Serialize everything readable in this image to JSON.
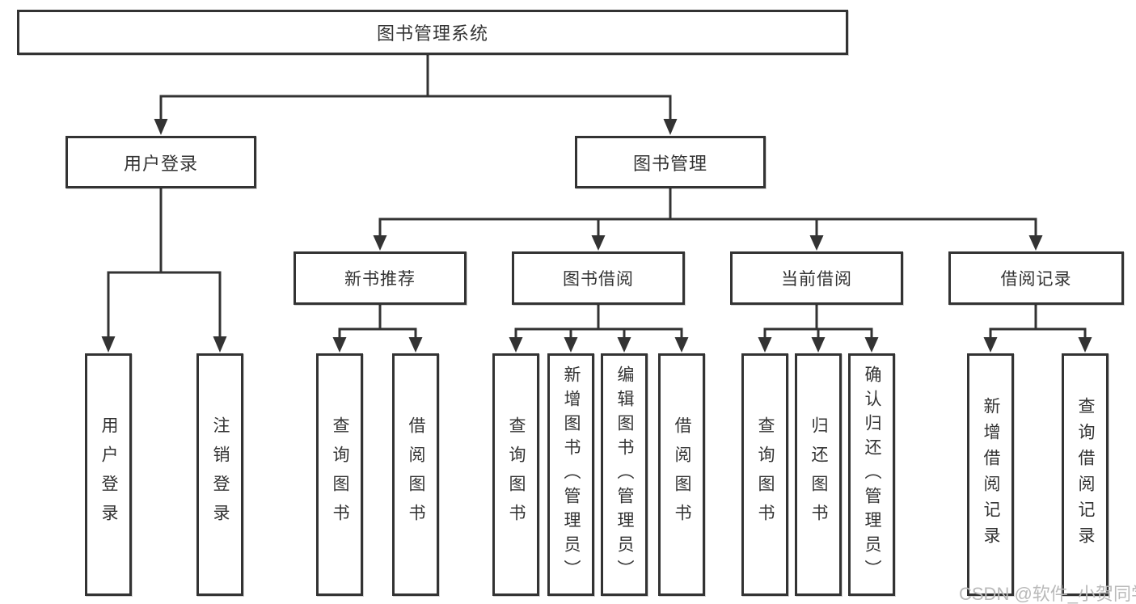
{
  "diagram": {
    "root": {
      "label": "图书管理系统"
    },
    "branches": [
      {
        "label": "用户登录",
        "children": [
          {
            "label": "用户登录"
          },
          {
            "label": "注销登录"
          }
        ]
      },
      {
        "label": "图书管理",
        "sections": [
          {
            "label": "新书推荐",
            "children": [
              {
                "label": "查询图书"
              },
              {
                "label": "借阅图书"
              }
            ]
          },
          {
            "label": "图书借阅",
            "children": [
              {
                "label": "查询图书"
              },
              {
                "label": "新增图书（管理员）"
              },
              {
                "label": "编辑图书（管理员）"
              },
              {
                "label": "借阅图书"
              }
            ]
          },
          {
            "label": "当前借阅",
            "children": [
              {
                "label": "查询图书"
              },
              {
                "label": "归还图书"
              },
              {
                "label": "确认归还（管理员）"
              }
            ]
          },
          {
            "label": "借阅记录",
            "children": [
              {
                "label": "新增借阅记录"
              },
              {
                "label": "查询借阅记录"
              }
            ]
          }
        ]
      }
    ]
  },
  "watermark": {
    "text": "CSDN @软件_小贺同学"
  },
  "colors": {
    "line": "#333333",
    "box_border": "#333333",
    "text": "#333333",
    "background": "#ffffff",
    "watermark": "#b9b9b9"
  }
}
